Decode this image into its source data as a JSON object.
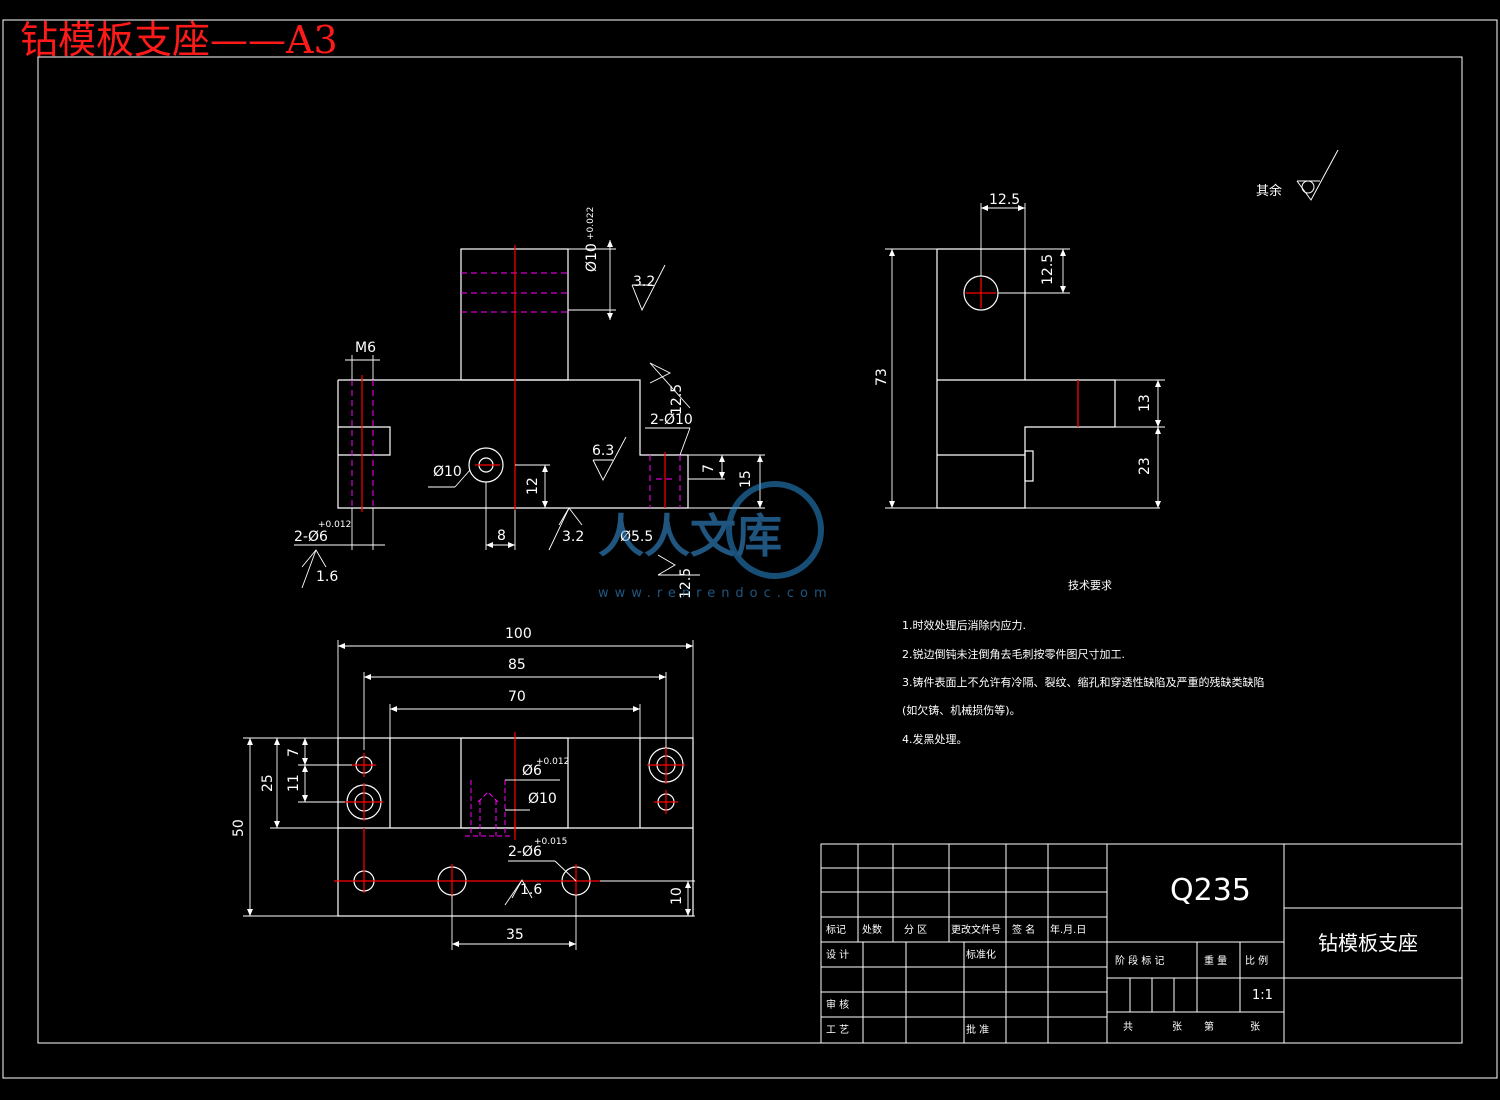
{
  "title": "钻模板支座——A3",
  "watermark": {
    "logo_text": "人人文库",
    "url": "www.renrendoc.com"
  },
  "colors": {
    "background": "#000000",
    "line": "#ffffff",
    "center": "#ff0000",
    "hidden": "#ff00ff",
    "title": "#ff1a1a"
  },
  "roughness": {
    "other_label": "其余"
  },
  "front_view": {
    "dims": {
      "m6": "M6",
      "bore": "Ø10",
      "bore_tol": "+0.022",
      "hole10": "Ø10",
      "d12": "12",
      "d8": "8",
      "d7": "7",
      "d15": "15",
      "two_d10": "2-Ø10",
      "two_d6": "2-Ø6",
      "two_d6_tol": "+0.012",
      "d55": "Ø5.5"
    },
    "roughness": {
      "r32_top": "3.2",
      "r125_a": "12.5",
      "r63": "6.3",
      "r32_bottom": "3.2",
      "r16": "1.6",
      "r125_b": "12.5"
    }
  },
  "side_view": {
    "dims": {
      "d125_h": "12.5",
      "d125_v": "12.5",
      "d73": "73",
      "d13": "13",
      "d23": "23"
    }
  },
  "top_view": {
    "dims": {
      "d100": "100",
      "d85": "85",
      "d70": "70",
      "d50": "50",
      "d25": "25",
      "d7": "7",
      "d11": "11",
      "d6": "Ø6",
      "d6_tol": "+0.012",
      "d10": "Ø10",
      "two_d6": "2-Ø6",
      "two_d6_tol": "+0.015",
      "d35": "35",
      "d10_v": "10"
    },
    "roughness": {
      "r16": "1.6"
    }
  },
  "tech_req": {
    "heading": "技术要求",
    "items": [
      "1.时效处理后消除内应力.",
      "2.锐边倒钝未注倒角去毛刺按零件图尺寸加工.",
      "3.铸件表面上不允许有冷隔、裂纹、缩孔和穿透性缺陷及严重的残缺类缺陷",
      "(如欠铸、机械损伤等)。",
      "4.发黑处理。"
    ]
  },
  "title_block": {
    "material": "Q235",
    "part_name": "钻模板支座",
    "scale": "1:1",
    "labels": {
      "mark": "标记",
      "count": "处数",
      "zone": "分 区",
      "doc_no": "更改文件号",
      "sign": "签 名",
      "date": "年.月.日",
      "design": "设 计",
      "std": "标准化",
      "review": "审 核",
      "process": "工 艺",
      "approve": "批 准",
      "stage": "阶 段 标 记",
      "weight": "重 量",
      "ratio": "比 例",
      "total": "共",
      "sheets": "张",
      "sheet_no": "第",
      "page": "张"
    }
  }
}
